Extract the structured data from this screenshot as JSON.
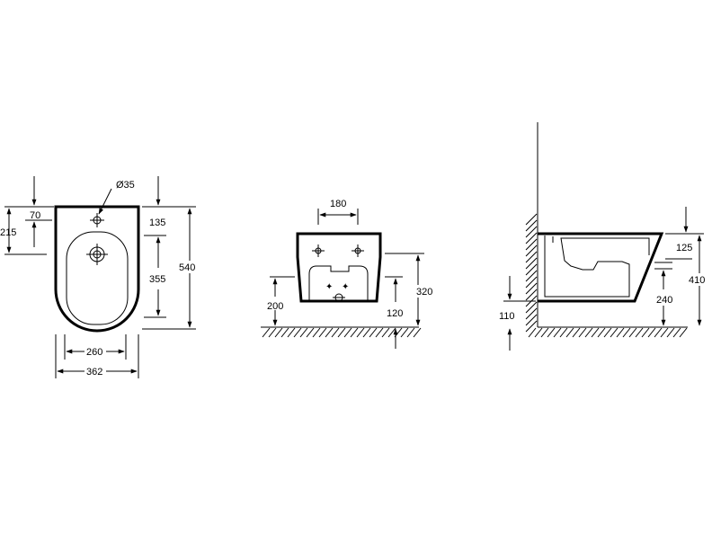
{
  "top_view": {
    "dims": {
      "d35": "Ø35",
      "d70": "70",
      "d215": "215",
      "d135": "135",
      "d355": "355",
      "d540": "540",
      "d260": "260",
      "d362": "362"
    }
  },
  "front_view": {
    "dims": {
      "d180": "180",
      "d320": "320",
      "d200": "200",
      "d120": "120"
    }
  },
  "side_view": {
    "dims": {
      "d125": "125",
      "d410": "410",
      "d240": "240",
      "d110": "110"
    }
  }
}
